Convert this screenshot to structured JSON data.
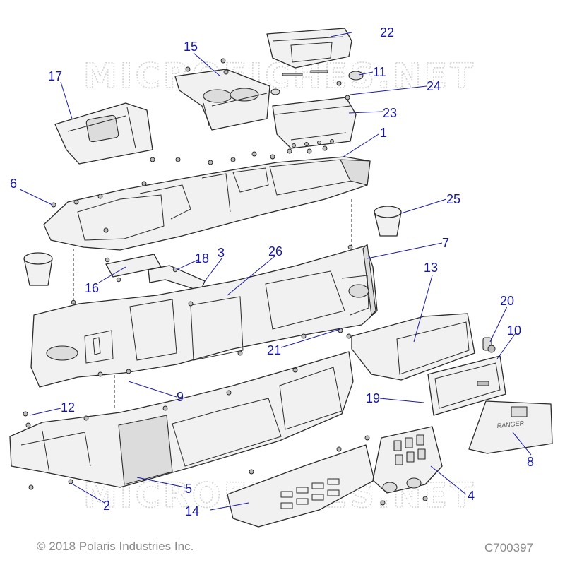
{
  "diagram": {
    "watermark": "MICROFICHES.NET",
    "callouts": [
      "1",
      "2",
      "3",
      "4",
      "5",
      "6",
      "7",
      "8",
      "9",
      "10",
      "11",
      "12",
      "13",
      "14",
      "15",
      "16",
      "17",
      "18",
      "19",
      "20",
      "21",
      "22",
      "23",
      "24",
      "25",
      "26"
    ],
    "footer": {
      "copyright": "© 2018 Polaris Industries Inc.",
      "drawing_id": "C700397"
    },
    "colors": {
      "callout": "#1616a6",
      "outline": "#2b2b2b",
      "part_fill": "#f1f1f1",
      "watermark": "#d3d3d3"
    }
  }
}
